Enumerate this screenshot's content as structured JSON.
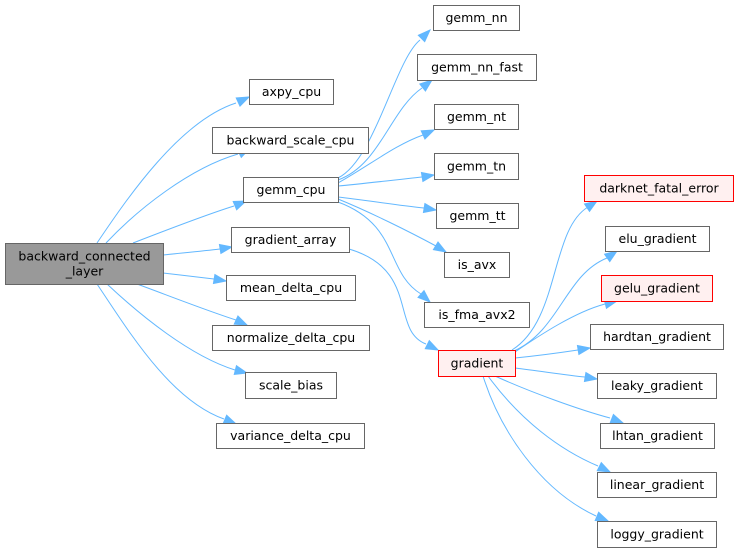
{
  "diagram": {
    "type": "call-graph",
    "colors": {
      "edge": "#63b8ff",
      "root_fill": "#999999",
      "root_border": "#666666",
      "node_fill": "#ffffff",
      "node_border": "#666666",
      "highlight_fill": "#fff0f0",
      "highlight_border": "#ff0000"
    },
    "nodes": [
      {
        "id": "backward_connected_layer",
        "lines": [
          "backward_connected",
          "_layer"
        ],
        "style": "root"
      },
      {
        "id": "axpy_cpu",
        "lines": [
          "axpy_cpu"
        ],
        "style": "normal"
      },
      {
        "id": "backward_scale_cpu",
        "lines": [
          "backward_scale_cpu"
        ],
        "style": "normal"
      },
      {
        "id": "gemm_cpu",
        "lines": [
          "gemm_cpu"
        ],
        "style": "normal"
      },
      {
        "id": "gradient_array",
        "lines": [
          "gradient_array"
        ],
        "style": "normal"
      },
      {
        "id": "mean_delta_cpu",
        "lines": [
          "mean_delta_cpu"
        ],
        "style": "normal"
      },
      {
        "id": "normalize_delta_cpu",
        "lines": [
          "normalize_delta_cpu"
        ],
        "style": "normal"
      },
      {
        "id": "scale_bias",
        "lines": [
          "scale_bias"
        ],
        "style": "normal"
      },
      {
        "id": "variance_delta_cpu",
        "lines": [
          "variance_delta_cpu"
        ],
        "style": "normal"
      },
      {
        "id": "gemm_nn",
        "lines": [
          "gemm_nn"
        ],
        "style": "normal"
      },
      {
        "id": "gemm_nn_fast",
        "lines": [
          "gemm_nn_fast"
        ],
        "style": "normal"
      },
      {
        "id": "gemm_nt",
        "lines": [
          "gemm_nt"
        ],
        "style": "normal"
      },
      {
        "id": "gemm_tn",
        "lines": [
          "gemm_tn"
        ],
        "style": "normal"
      },
      {
        "id": "gemm_tt",
        "lines": [
          "gemm_tt"
        ],
        "style": "normal"
      },
      {
        "id": "is_avx",
        "lines": [
          "is_avx"
        ],
        "style": "normal"
      },
      {
        "id": "is_fma_avx2",
        "lines": [
          "is_fma_avx2"
        ],
        "style": "normal"
      },
      {
        "id": "gradient",
        "lines": [
          "gradient"
        ],
        "style": "highlight"
      },
      {
        "id": "darknet_fatal_error",
        "lines": [
          "darknet_fatal_error"
        ],
        "style": "highlight"
      },
      {
        "id": "elu_gradient",
        "lines": [
          "elu_gradient"
        ],
        "style": "normal"
      },
      {
        "id": "gelu_gradient",
        "lines": [
          "gelu_gradient"
        ],
        "style": "highlight"
      },
      {
        "id": "hardtan_gradient",
        "lines": [
          "hardtan_gradient"
        ],
        "style": "normal"
      },
      {
        "id": "leaky_gradient",
        "lines": [
          "leaky_gradient"
        ],
        "style": "normal"
      },
      {
        "id": "lhtan_gradient",
        "lines": [
          "lhtan_gradient"
        ],
        "style": "normal"
      },
      {
        "id": "linear_gradient",
        "lines": [
          "linear_gradient"
        ],
        "style": "normal"
      },
      {
        "id": "loggy_gradient",
        "lines": [
          "loggy_gradient"
        ],
        "style": "normal"
      }
    ],
    "edges": [
      {
        "from": "backward_connected_layer",
        "to": "axpy_cpu"
      },
      {
        "from": "backward_connected_layer",
        "to": "backward_scale_cpu"
      },
      {
        "from": "backward_connected_layer",
        "to": "gemm_cpu"
      },
      {
        "from": "backward_connected_layer",
        "to": "gradient_array"
      },
      {
        "from": "backward_connected_layer",
        "to": "mean_delta_cpu"
      },
      {
        "from": "backward_connected_layer",
        "to": "normalize_delta_cpu"
      },
      {
        "from": "backward_connected_layer",
        "to": "scale_bias"
      },
      {
        "from": "backward_connected_layer",
        "to": "variance_delta_cpu"
      },
      {
        "from": "gemm_cpu",
        "to": "gemm_nn"
      },
      {
        "from": "gemm_cpu",
        "to": "gemm_nn_fast"
      },
      {
        "from": "gemm_cpu",
        "to": "gemm_nt"
      },
      {
        "from": "gemm_cpu",
        "to": "gemm_tn"
      },
      {
        "from": "gemm_cpu",
        "to": "gemm_tt"
      },
      {
        "from": "gemm_cpu",
        "to": "is_avx"
      },
      {
        "from": "gemm_cpu",
        "to": "is_fma_avx2"
      },
      {
        "from": "gradient_array",
        "to": "gradient"
      },
      {
        "from": "gradient",
        "to": "darknet_fatal_error"
      },
      {
        "from": "gradient",
        "to": "elu_gradient"
      },
      {
        "from": "gradient",
        "to": "gelu_gradient"
      },
      {
        "from": "gradient",
        "to": "hardtan_gradient"
      },
      {
        "from": "gradient",
        "to": "leaky_gradient"
      },
      {
        "from": "gradient",
        "to": "lhtan_gradient"
      },
      {
        "from": "gradient",
        "to": "linear_gradient"
      },
      {
        "from": "gradient",
        "to": "loggy_gradient"
      }
    ]
  }
}
